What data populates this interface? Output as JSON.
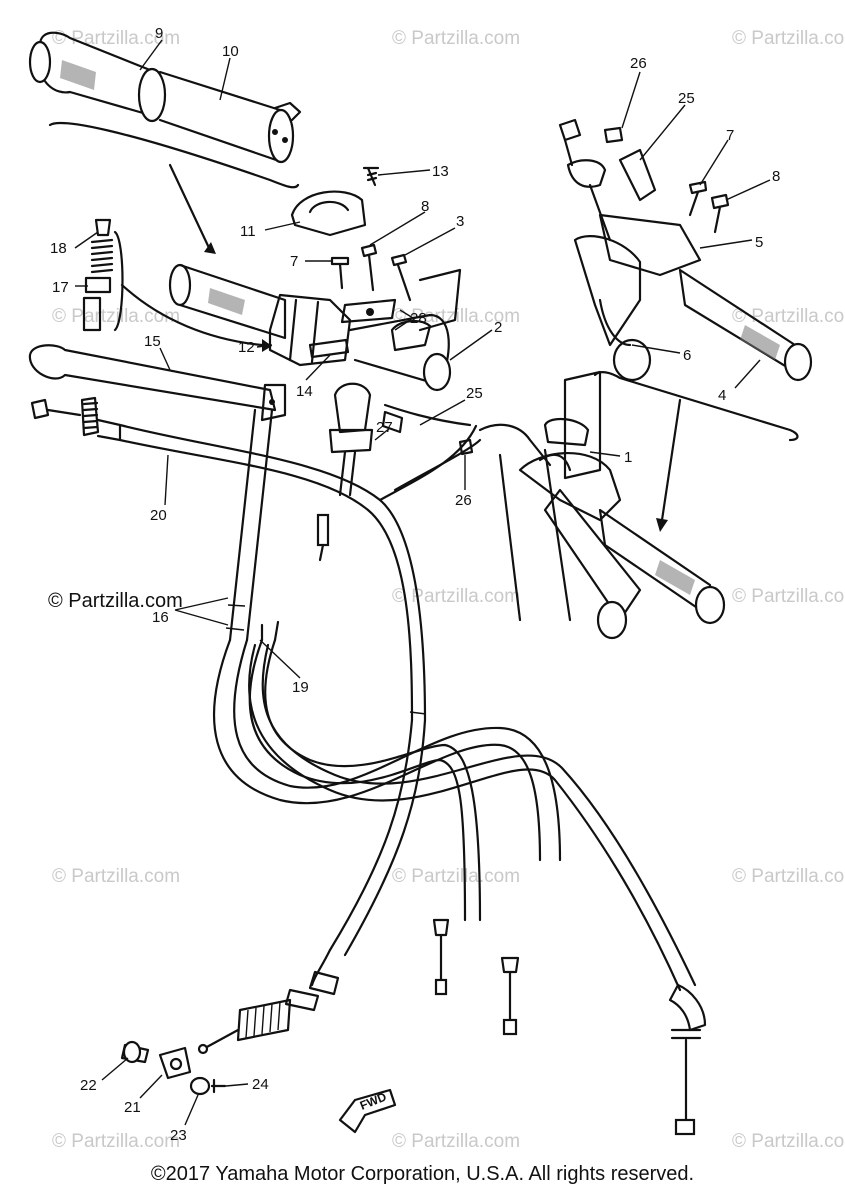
{
  "watermark": "© Partzilla.com",
  "watermark_strong": "© Partzilla.com",
  "copyright": "©2017 Yamaha Motor Corporation, U.S.A. All rights reserved.",
  "fwd_label": "FWD",
  "callouts": {
    "c1": "1",
    "c2": "2",
    "c3": "3",
    "c4": "4",
    "c5": "5",
    "c6": "6",
    "c7a": "7",
    "c7b": "7",
    "c8a": "8",
    "c8b": "8",
    "c9": "9",
    "c10": "10",
    "c11": "11",
    "c12": "12",
    "c13": "13",
    "c14": "14",
    "c15": "15",
    "c16": "16",
    "c17": "17",
    "c18": "18",
    "c19": "19",
    "c20": "20",
    "c21": "21",
    "c22": "22",
    "c23": "23",
    "c24": "24",
    "c25a": "25",
    "c25b": "25",
    "c26a": "26",
    "c26b": "26",
    "c27": "27",
    "c28": "28"
  }
}
